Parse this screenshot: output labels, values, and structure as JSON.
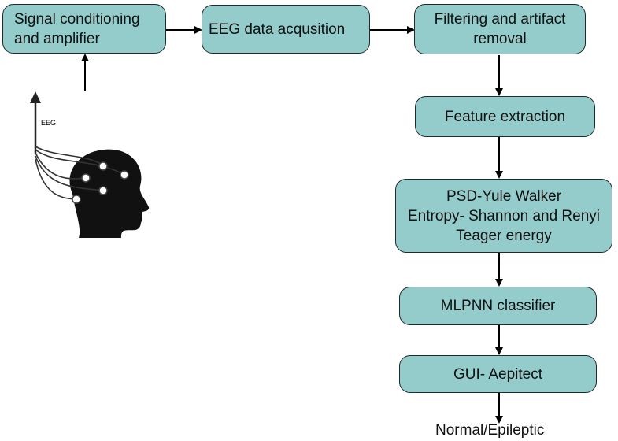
{
  "nodes": {
    "signal": {
      "lines": [
        "Signal conditioning",
        "and amplifier"
      ]
    },
    "acquisition": {
      "lines": [
        "EEG data acqusition"
      ]
    },
    "filtering": {
      "lines": [
        "Filtering and artifact",
        "removal"
      ]
    },
    "feature": {
      "lines": [
        "Feature extraction"
      ]
    },
    "methods": {
      "lines": [
        "PSD-Yule Walker",
        "Entropy- Shannon and Renyi",
        "Teager energy"
      ]
    },
    "classifier": {
      "lines": [
        "MLPNN classifier"
      ]
    },
    "gui": {
      "lines": [
        "GUI- Aepitect"
      ]
    }
  },
  "output_label": "Normal/Epileptic",
  "head_illustration": {
    "label": "EEG",
    "icon": "head-with-eeg-electrodes-icon"
  },
  "colors": {
    "box_fill": "#93cccb",
    "stroke": "#1f2a2a"
  }
}
